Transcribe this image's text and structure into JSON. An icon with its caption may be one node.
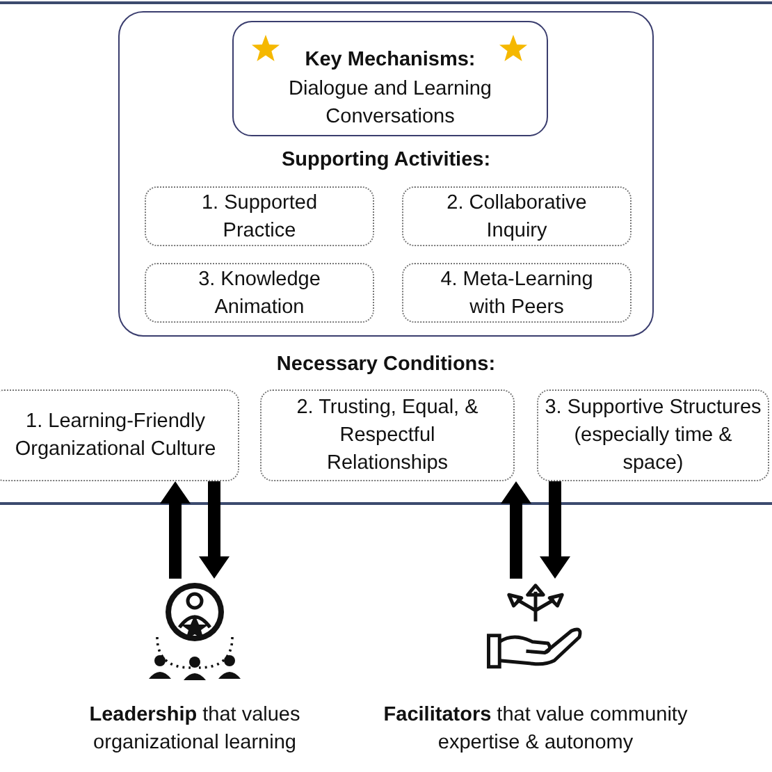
{
  "diagram": {
    "nodes": [
      {
        "text": [
          "Supporting Activities:"
        ]
      },
      {
        "text": [
          "Key Mechanisms:",
          "Dialogue and Learning Conversations"
        ],
        "in": 0
      },
      {
        "text": [
          "1. Supported Practice"
        ],
        "in": 0
      },
      {
        "text": [
          "2. Collaborative Inquiry"
        ],
        "in": 0
      },
      {
        "text": [
          "3. Knowledge Animation"
        ],
        "in": 0
      },
      {
        "text": [
          "4. Meta-Learning with Peers"
        ],
        "in": 0
      },
      {
        "text": [
          "1. Learning-Friendly Organizational Culture"
        ]
      },
      {
        "text": [
          "2. Trusting, Equal, & Respectful Relationships"
        ]
      },
      {
        "text": [
          "3. Supportive Structures (especially time & space)"
        ]
      },
      {
        "text": [
          "**Leadership** that values organizational learning"
        ]
      },
      {
        "text": [
          "**Facilitators** that value community expertise & autonomy"
        ]
      }
    ],
    "edges": [
      {
        "from": 9,
        "to": 6,
        "arrow": "to"
      },
      {
        "from": 6,
        "to": 9,
        "arrow": "to"
      },
      {
        "from": 10,
        "to": 8,
        "arrow": "to"
      },
      {
        "from": 8,
        "to": 10,
        "arrow": "to"
      }
    ],
    "labels": [
      "Necessary Conditions:"
    ]
  }
}
